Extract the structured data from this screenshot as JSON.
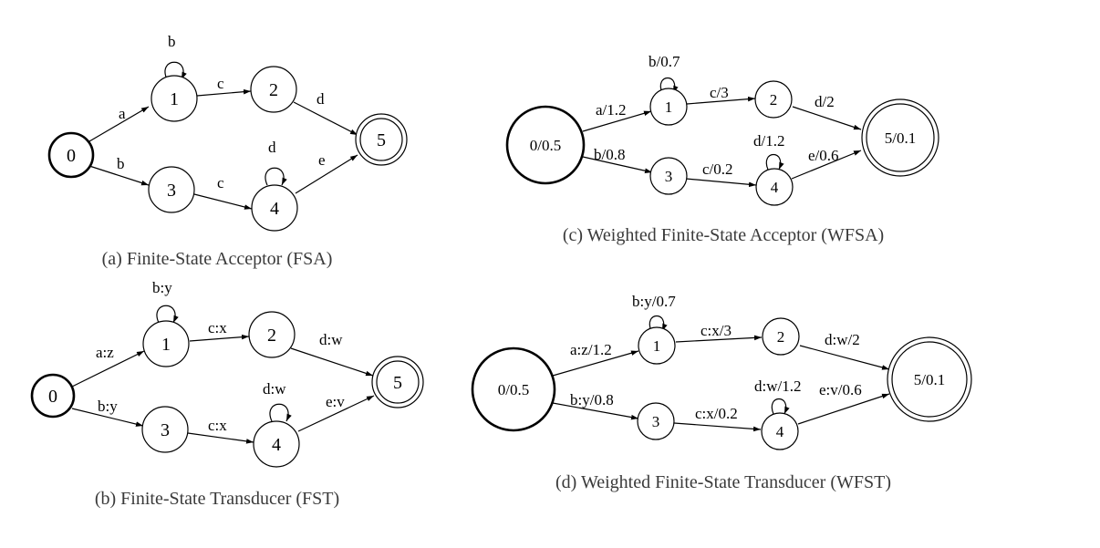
{
  "panels": [
    {
      "id": "a",
      "caption": "(a) Finite-State Acceptor (FSA)",
      "states": [
        "0",
        "1",
        "2",
        "3",
        "4",
        "5"
      ],
      "edges": [
        "a",
        "b",
        "b",
        "c",
        "d",
        "c",
        "d",
        "e"
      ]
    },
    {
      "id": "b",
      "caption": "(b) Finite-State Transducer (FST)",
      "states": [
        "0",
        "1",
        "2",
        "3",
        "4",
        "5"
      ],
      "edges": [
        "a:z",
        "b:y",
        "b:y",
        "c:x",
        "d:w",
        "c:x",
        "d:w",
        "e:v"
      ]
    },
    {
      "id": "c",
      "caption": "(c) Weighted Finite-State Acceptor (WFSA)",
      "states": [
        "0/0.5",
        "1",
        "2",
        "3",
        "4",
        "5/0.1"
      ],
      "edges": [
        "a/1.2",
        "b/0.8",
        "b/0.7",
        "c/3",
        "d/2",
        "c/0.2",
        "d/1.2",
        "e/0.6"
      ]
    },
    {
      "id": "d",
      "caption": "(d) Weighted Finite-State Transducer (WFST)",
      "states": [
        "0/0.5",
        "1",
        "2",
        "3",
        "4",
        "5/0.1"
      ],
      "edges": [
        "a:z/1.2",
        "b:y/0.8",
        "b:y/0.7",
        "c:x/3",
        "d:w/2",
        "c:x/0.2",
        "d:w/1.2",
        "e:v/0.6"
      ]
    }
  ]
}
